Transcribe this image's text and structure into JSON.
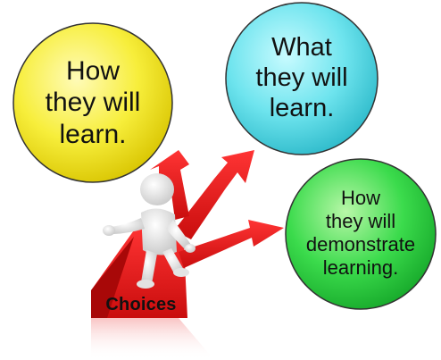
{
  "bubbles": {
    "how": {
      "lines": [
        "How",
        "they will",
        "learn."
      ],
      "color": "#f7ef3a"
    },
    "what": {
      "lines": [
        "What",
        "they will",
        "learn."
      ],
      "color": "#6ee6ef"
    },
    "demonstrate": {
      "lines": [
        "How",
        "they will",
        "demonstrate",
        "learning."
      ],
      "color": "#37d64a"
    }
  },
  "path_label": "Choices",
  "colors": {
    "path": "#e61c1c",
    "figure": "#f2f2f2"
  }
}
